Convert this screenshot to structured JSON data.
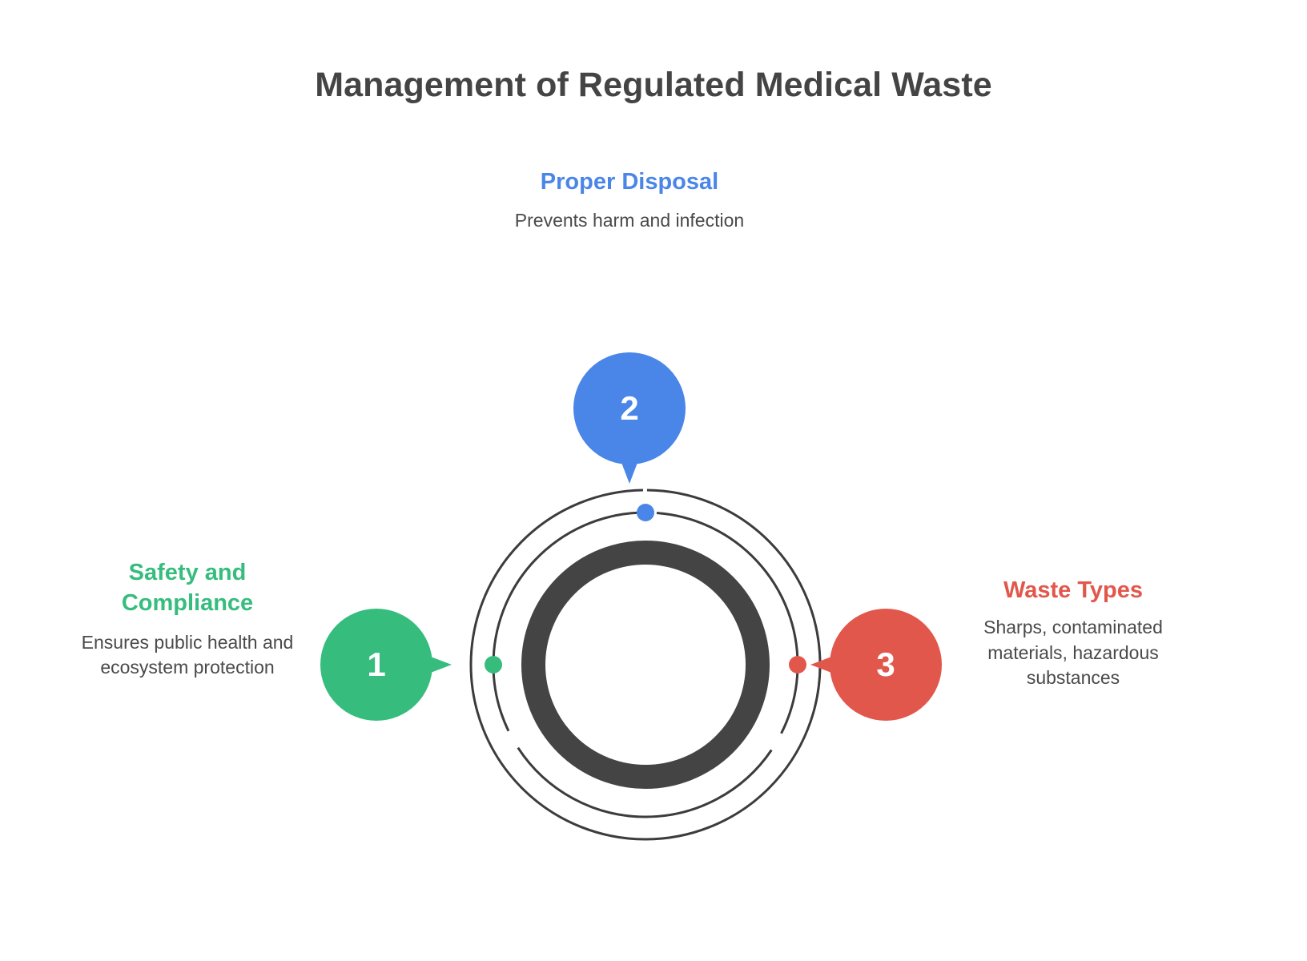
{
  "title": "Management of Regulated Medical Waste",
  "colors": {
    "title": "#444444",
    "ring": "#3c3c3c",
    "inner_ring": "#444444",
    "green": "#36bd7e",
    "blue": "#4a86e8",
    "red": "#e2574c",
    "body_text": "#4a4a4a",
    "background": "#ffffff"
  },
  "nodes": [
    {
      "number": "1",
      "heading": "Safety and Compliance",
      "description": "Ensures public health and ecosystem protection",
      "color": "#36bd7e",
      "position": "left"
    },
    {
      "number": "2",
      "heading": "Proper Disposal",
      "description": "Prevents harm and infection",
      "color": "#4a86e8",
      "position": "top"
    },
    {
      "number": "3",
      "heading": "Waste Types",
      "description": "Sharps, contaminated materials, hazardous substances",
      "color": "#e2574c",
      "position": "right"
    }
  ],
  "diagram": {
    "type": "concentric-rings",
    "rings": [
      {
        "name": "outer-ring",
        "radius": 218,
        "stroke": 3,
        "color": "#3c3c3c"
      },
      {
        "name": "middle-ring",
        "radius": 190,
        "stroke": 3,
        "color": "#3c3c3c"
      },
      {
        "name": "inner-ring",
        "radius": 140,
        "stroke": 30,
        "color": "#444444"
      }
    ],
    "dots": [
      {
        "name": "dot-green",
        "angle_deg": 180,
        "color": "#36bd7e",
        "radius": 11
      },
      {
        "name": "dot-blue",
        "angle_deg": 270,
        "color": "#4a86e8",
        "radius": 11
      },
      {
        "name": "dot-red",
        "angle_deg": 0,
        "color": "#e2574c",
        "radius": 11
      }
    ]
  }
}
